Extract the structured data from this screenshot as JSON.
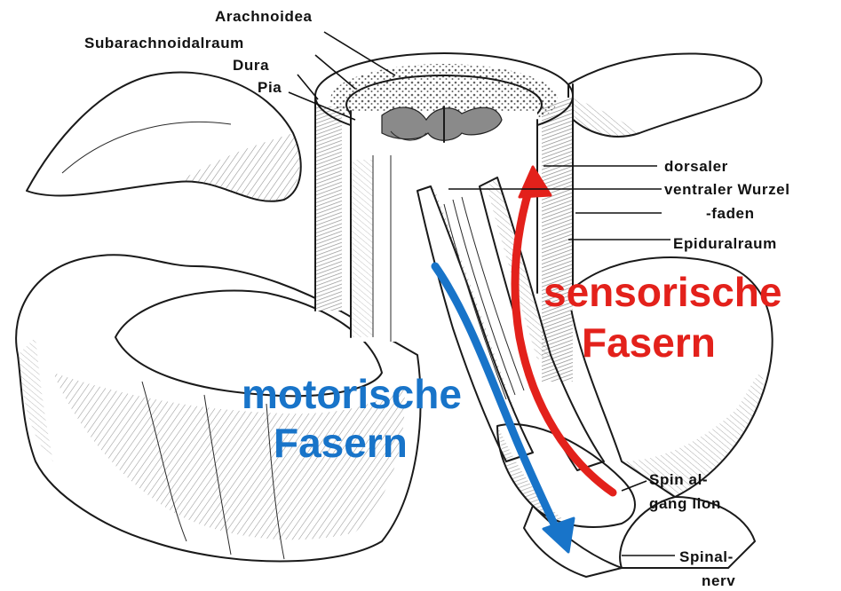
{
  "labels": {
    "arachnoidea": "Arachnoidea",
    "subarachnoidalraum": "Subarachnoidalraum",
    "dura": "Dura",
    "pia": "Pia",
    "dorsaler": "dorsaler",
    "ventraler_wurzel": "ventraler  Wurzel",
    "faden": "-faden",
    "epiduralraum": "Epiduralraum",
    "spinalganglion_1": "Spin al-",
    "spinalganglion_2": "gang lion",
    "spinalnerv_1": "Spinal-",
    "spinalnerv_2": "nerv"
  },
  "annotations": {
    "sensory_1": "sensorische",
    "sensory_2": "Fasern",
    "motor_1": "motorische",
    "motor_2": "Fasern"
  },
  "colors": {
    "sensory": "#e3211b",
    "motor": "#1874c9",
    "ink": "#1a1a1a",
    "paper": "#ffffff"
  }
}
